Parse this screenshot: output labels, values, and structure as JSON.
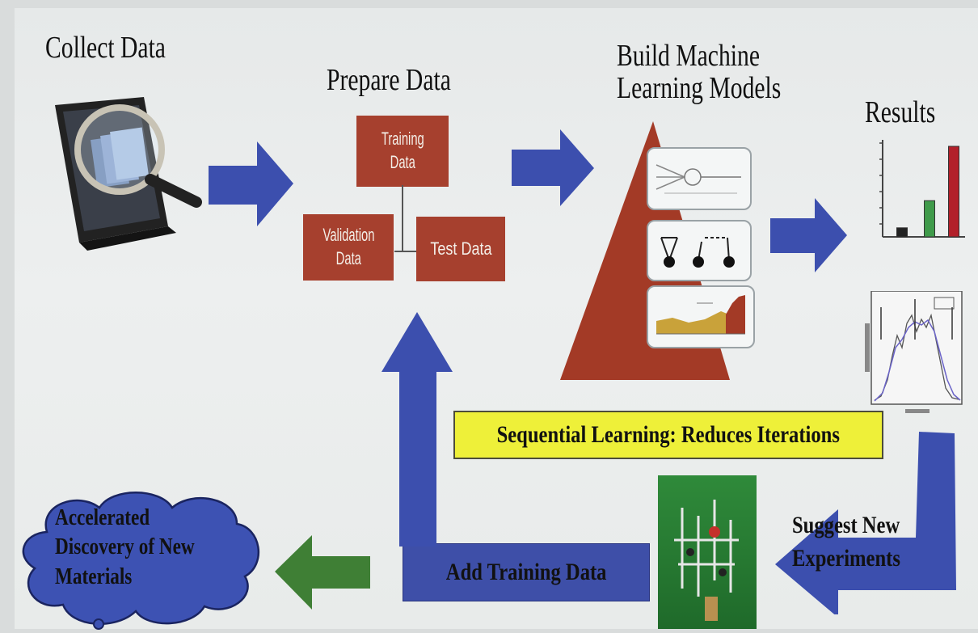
{
  "headings": {
    "collect": "Collect Data",
    "prepare": "Prepare Data",
    "build_line1": "Build Machine",
    "build_line2": "Learning  Models",
    "results": "Results"
  },
  "prepare_boxes": {
    "training": [
      "Training",
      "Data"
    ],
    "validation": [
      "Validation",
      "Data"
    ],
    "test": "Test Data"
  },
  "banner": "Sequential Learning: Reduces Iterations",
  "add_training": "Add Training Data",
  "suggest": [
    "Suggest New",
    "Experiments"
  ],
  "cloud": [
    "Accelerated",
    "Discovery of New",
    "Materials"
  ],
  "colors": {
    "arrow_blue": "#3c4fae",
    "arrow_green": "#3f7f35",
    "box_red": "#a6402e",
    "pyramid": "#a33a26",
    "banner_yellow": "#eef039",
    "cloud_blue": "#3d52b3",
    "experiment_green": "#2f8a3a"
  },
  "results_bars": [
    {
      "value": 1,
      "color": "#222222"
    },
    {
      "value": 4,
      "color": "#3f9a4a"
    },
    {
      "value": 10,
      "color": "#b2202a"
    }
  ],
  "icons": [
    "laptop-magnifier-icon",
    "neural-network-icon",
    "graph-nodes-icon",
    "area-chart-icon",
    "spectrum-plot-icon",
    "molecular-model-icon"
  ]
}
